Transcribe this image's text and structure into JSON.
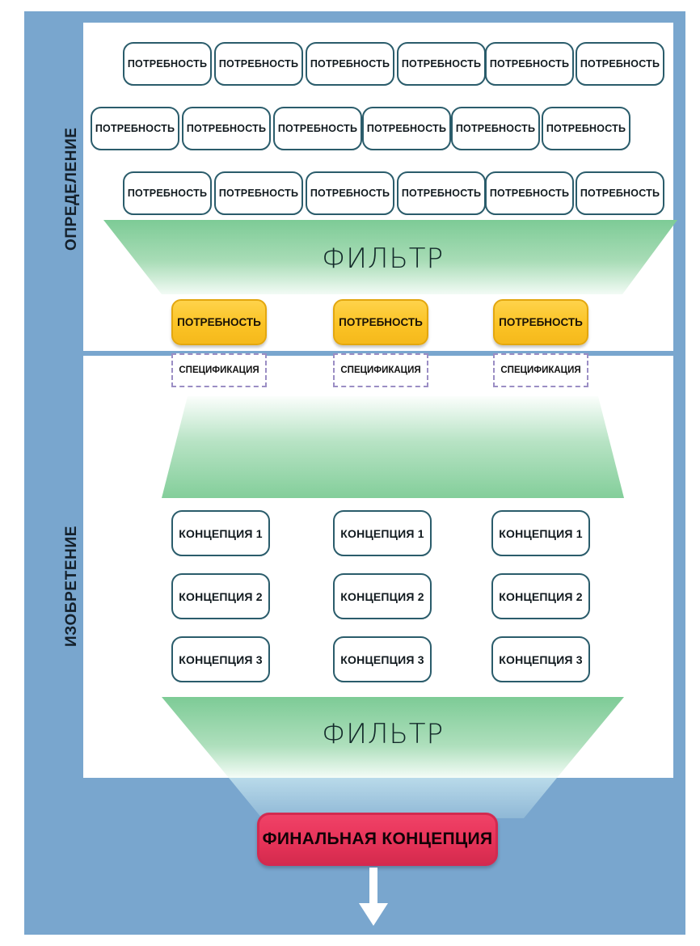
{
  "panel": {
    "background_color": "#79A6CE",
    "inner_color": "#ffffff",
    "divider_color": "#79A6CE"
  },
  "stages": [
    {
      "id": "definition",
      "label": "ОПРЕДЕЛЕНИЕ"
    },
    {
      "id": "invention",
      "label": "ИЗОБРЕТЕНИЕ"
    }
  ],
  "needs_rows": [
    {
      "row": 1,
      "items": [
        "ПОТРЕБНОСТЬ",
        "ПОТРЕБНОСТЬ",
        "ПОТРЕБНОСТЬ",
        "ПОТРЕБНОСТЬ",
        "ПОТРЕБНОСТЬ",
        "ПОТРЕБНОСТЬ"
      ]
    },
    {
      "row": 2,
      "items": [
        "ПОТРЕБНОСТЬ",
        "ПОТРЕБНОСТЬ",
        "ПОТРЕБНОСТЬ",
        "ПОТРЕБНОСТЬ",
        "ПОТРЕБНОСТЬ",
        "ПОТРЕБНОСТЬ"
      ]
    },
    {
      "row": 3,
      "items": [
        "ПОТРЕБНОСТЬ",
        "ПОТРЕБНОСТЬ",
        "ПОТРЕБНОСТЬ",
        "ПОТРЕБНОСТЬ",
        "ПОТРЕБНОСТЬ",
        "ПОТРЕБНОСТЬ"
      ]
    }
  ],
  "filters": [
    {
      "id": "filter-top",
      "label": "ФИЛЬТР",
      "color": "#7DCB96"
    },
    {
      "id": "filter-bottom",
      "label": "ФИЛЬТР",
      "color": "#7DCB96"
    }
  ],
  "selected_needs": [
    {
      "label": "ПОТРЕБНОСТЬ",
      "color": "#FBC325"
    },
    {
      "label": "ПОТРЕБНОСТЬ",
      "color": "#FBC325"
    },
    {
      "label": "ПОТРЕБНОСТЬ",
      "color": "#FBC325"
    }
  ],
  "specifications": [
    {
      "label": "СПЕЦИФИКАЦИЯ",
      "border_color": "#9B8EC4"
    },
    {
      "label": "СПЕЦИФИКАЦИЯ",
      "border_color": "#9B8EC4"
    },
    {
      "label": "СПЕЦИФИКАЦИЯ",
      "border_color": "#9B8EC4"
    }
  ],
  "concept_columns": [
    {
      "column": 1,
      "items": [
        "КОНЦЕПЦИЯ 1",
        "КОНЦЕПЦИЯ 2",
        "КОНЦЕПЦИЯ 3"
      ]
    },
    {
      "column": 2,
      "items": [
        "КОНЦЕПЦИЯ 1",
        "КОНЦЕПЦИЯ 2",
        "КОНЦЕПЦИЯ 3"
      ]
    },
    {
      "column": 3,
      "items": [
        "КОНЦЕПЦИЯ 1",
        "КОНЦЕПЦИЯ 2",
        "КОНЦЕПЦИЯ 3"
      ]
    }
  ],
  "final": {
    "label": "ФИНАЛЬНАЯ КОНЦЕПЦИЯ",
    "color": "#E8345A"
  },
  "arrow": {
    "name": "down-arrow",
    "color": "#ffffff"
  }
}
